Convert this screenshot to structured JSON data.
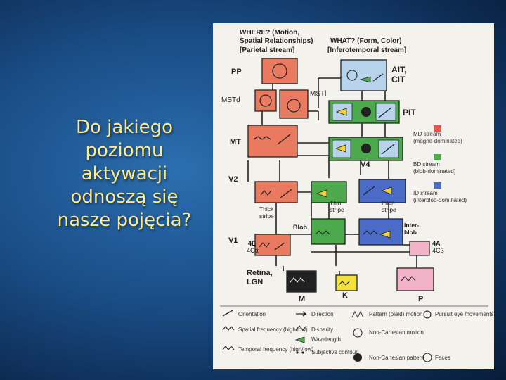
{
  "slide": {
    "question_lines": [
      "Do jakiego",
      "poziomu",
      "aktywacji",
      "odnoszą się",
      "nasze pojęcia?"
    ]
  },
  "figure": {
    "where_header": [
      "WHERE? (Motion,",
      "Spatial Relationships)",
      "[Parietal stream]"
    ],
    "what_header": [
      "WHAT? (Form, Color)",
      "[Inferotemporal stream]"
    ],
    "areas": {
      "pp": "PP",
      "mstd": "MSTd",
      "mstl": "MSTl",
      "mt": "MT",
      "v2": "V2",
      "v1": "V1",
      "ait": "AIT,",
      "cit": "CIT",
      "pit": "PIT",
      "v4": "V4",
      "thick": [
        "Thick",
        "stripe"
      ],
      "thin": [
        "Thin",
        "stripe"
      ],
      "inter": [
        "Inter-",
        "stripe"
      ],
      "blob": "Blob",
      "interblob": [
        "Inter-",
        "blob"
      ],
      "4b": "4B",
      "4ca": "4Cα",
      "4a": "4A",
      "4cb": "4Cβ",
      "retina": "Retina,",
      "lgn": "LGN",
      "m": "M",
      "k": "K",
      "p": "P"
    },
    "streams": [
      {
        "name": "MD stream",
        "desc": "(magno-dominated)",
        "color": "#e8564a"
      },
      {
        "name": "BD stream",
        "desc": "(blob-dominated)",
        "color": "#4caa4c"
      },
      {
        "name": "ID stream",
        "desc": "(interblob-dominated)",
        "color": "#4a6cc8"
      }
    ],
    "legend": [
      {
        "icon": "orientation-icon",
        "label": "Orientation"
      },
      {
        "icon": "direction-icon",
        "label": "Direction"
      },
      {
        "icon": "pattern-motion-icon",
        "label": "Pattern (plaid) motion"
      },
      {
        "icon": "pursuit-icon",
        "label": "Pursuit eye movements"
      },
      {
        "icon": "spatial-frequency-icon",
        "label": "Spatial frequency (high/low)"
      },
      {
        "icon": "disparity-icon",
        "label": "Disparity"
      },
      {
        "icon": "non-cartesian-motion-icon",
        "label": "Non-Cartesian motion"
      },
      {
        "icon": "wavelength-icon",
        "label": "Wavelength"
      },
      {
        "icon": "temporal-frequency-icon",
        "label": "Temporal frequency (high/low)"
      },
      {
        "icon": "subjective-contour-icon",
        "label": "Subjective contour"
      },
      {
        "icon": "non-cartesian-pattern-icon",
        "label": "Non-Cartesian pattern"
      },
      {
        "icon": "faces-icon",
        "label": "Faces"
      }
    ]
  }
}
